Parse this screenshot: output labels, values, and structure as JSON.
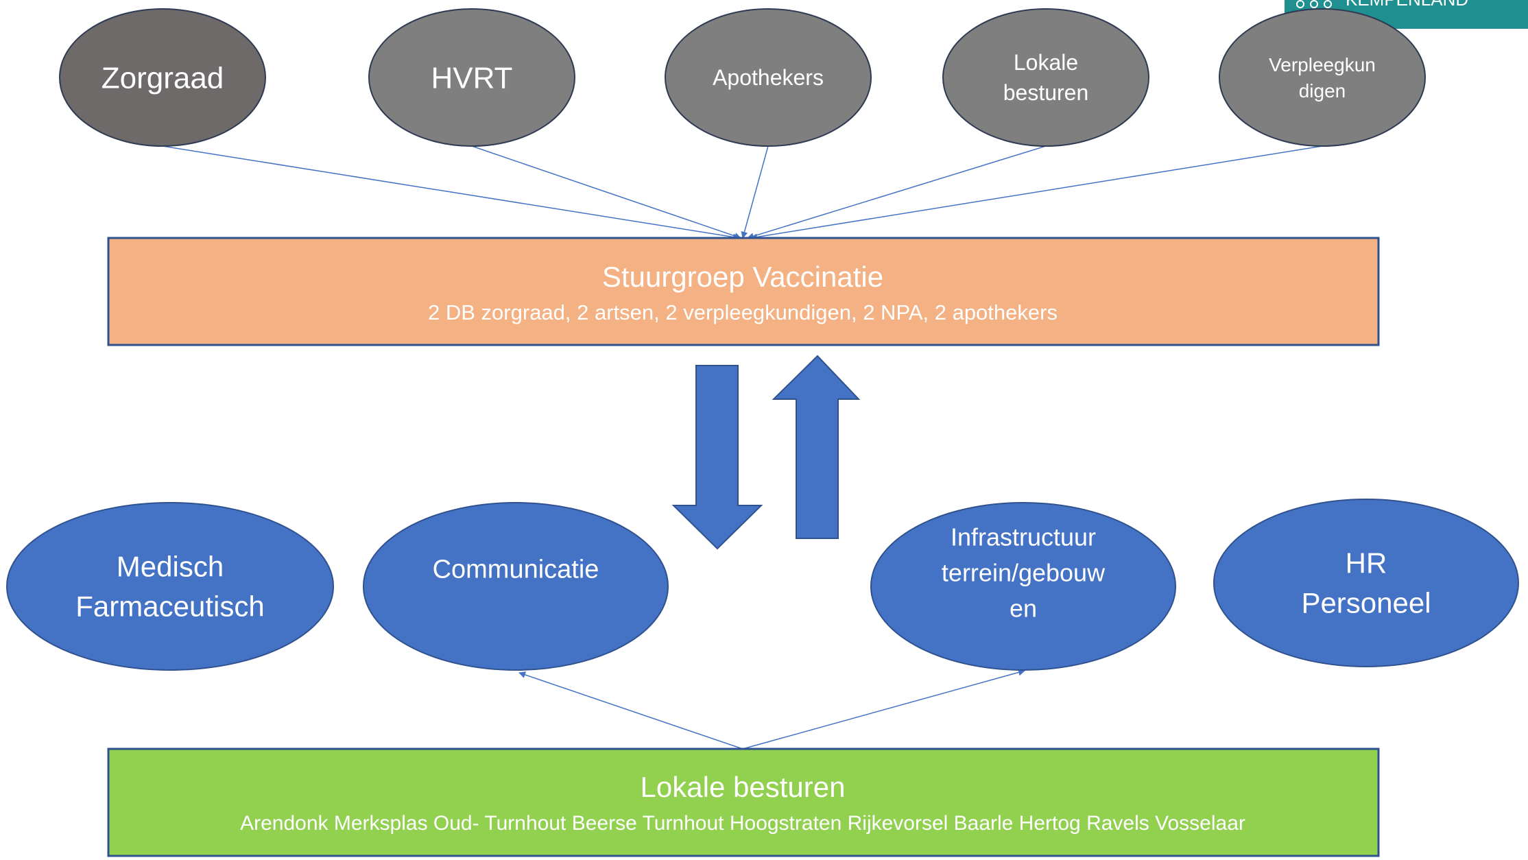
{
  "logo": {
    "text": "KEMPENLAND"
  },
  "top_groups": [
    {
      "lines": [
        "Zorgraad"
      ],
      "fill": "#6e6a6a"
    },
    {
      "lines": [
        "HVRT"
      ],
      "fill": "#7f7f7f"
    },
    {
      "lines": [
        "Apothekers"
      ],
      "fill": "#7f7f7f"
    },
    {
      "lines": [
        "Lokale",
        "besturen"
      ],
      "fill": "#7f7f7f"
    },
    {
      "lines": [
        "Verpleegkun",
        "digen"
      ],
      "fill": "#7f7f7f"
    }
  ],
  "steering_group": {
    "title": "Stuurgroep Vaccinatie",
    "subtitle": "2 DB zorgraad, 2 artsen, 2 verpleegkundigen, 2 NPA, 2 apothekers",
    "fill": "#f4b183"
  },
  "work_groups": [
    {
      "lines": [
        "Medisch",
        "Farmaceutisch"
      ]
    },
    {
      "lines": [
        "Communicatie"
      ]
    },
    {
      "lines": [
        "Infrastructuur",
        "terrein/gebouw",
        "en"
      ]
    },
    {
      "lines": [
        "HR",
        "Personeel"
      ]
    }
  ],
  "local_governments": {
    "title": "Lokale besturen",
    "subtitle": "Arendonk Merksplas Oud- Turnhout Beerse Turnhout Hoogstraten Rijkevorsel Baarle Hertog Ravels Vosselaar",
    "fill": "#92d050"
  },
  "colors": {
    "blue": "#4472c4",
    "gray_outline": "#2f3b52",
    "teal": "#1f8f8f",
    "white": "#ffffff"
  }
}
